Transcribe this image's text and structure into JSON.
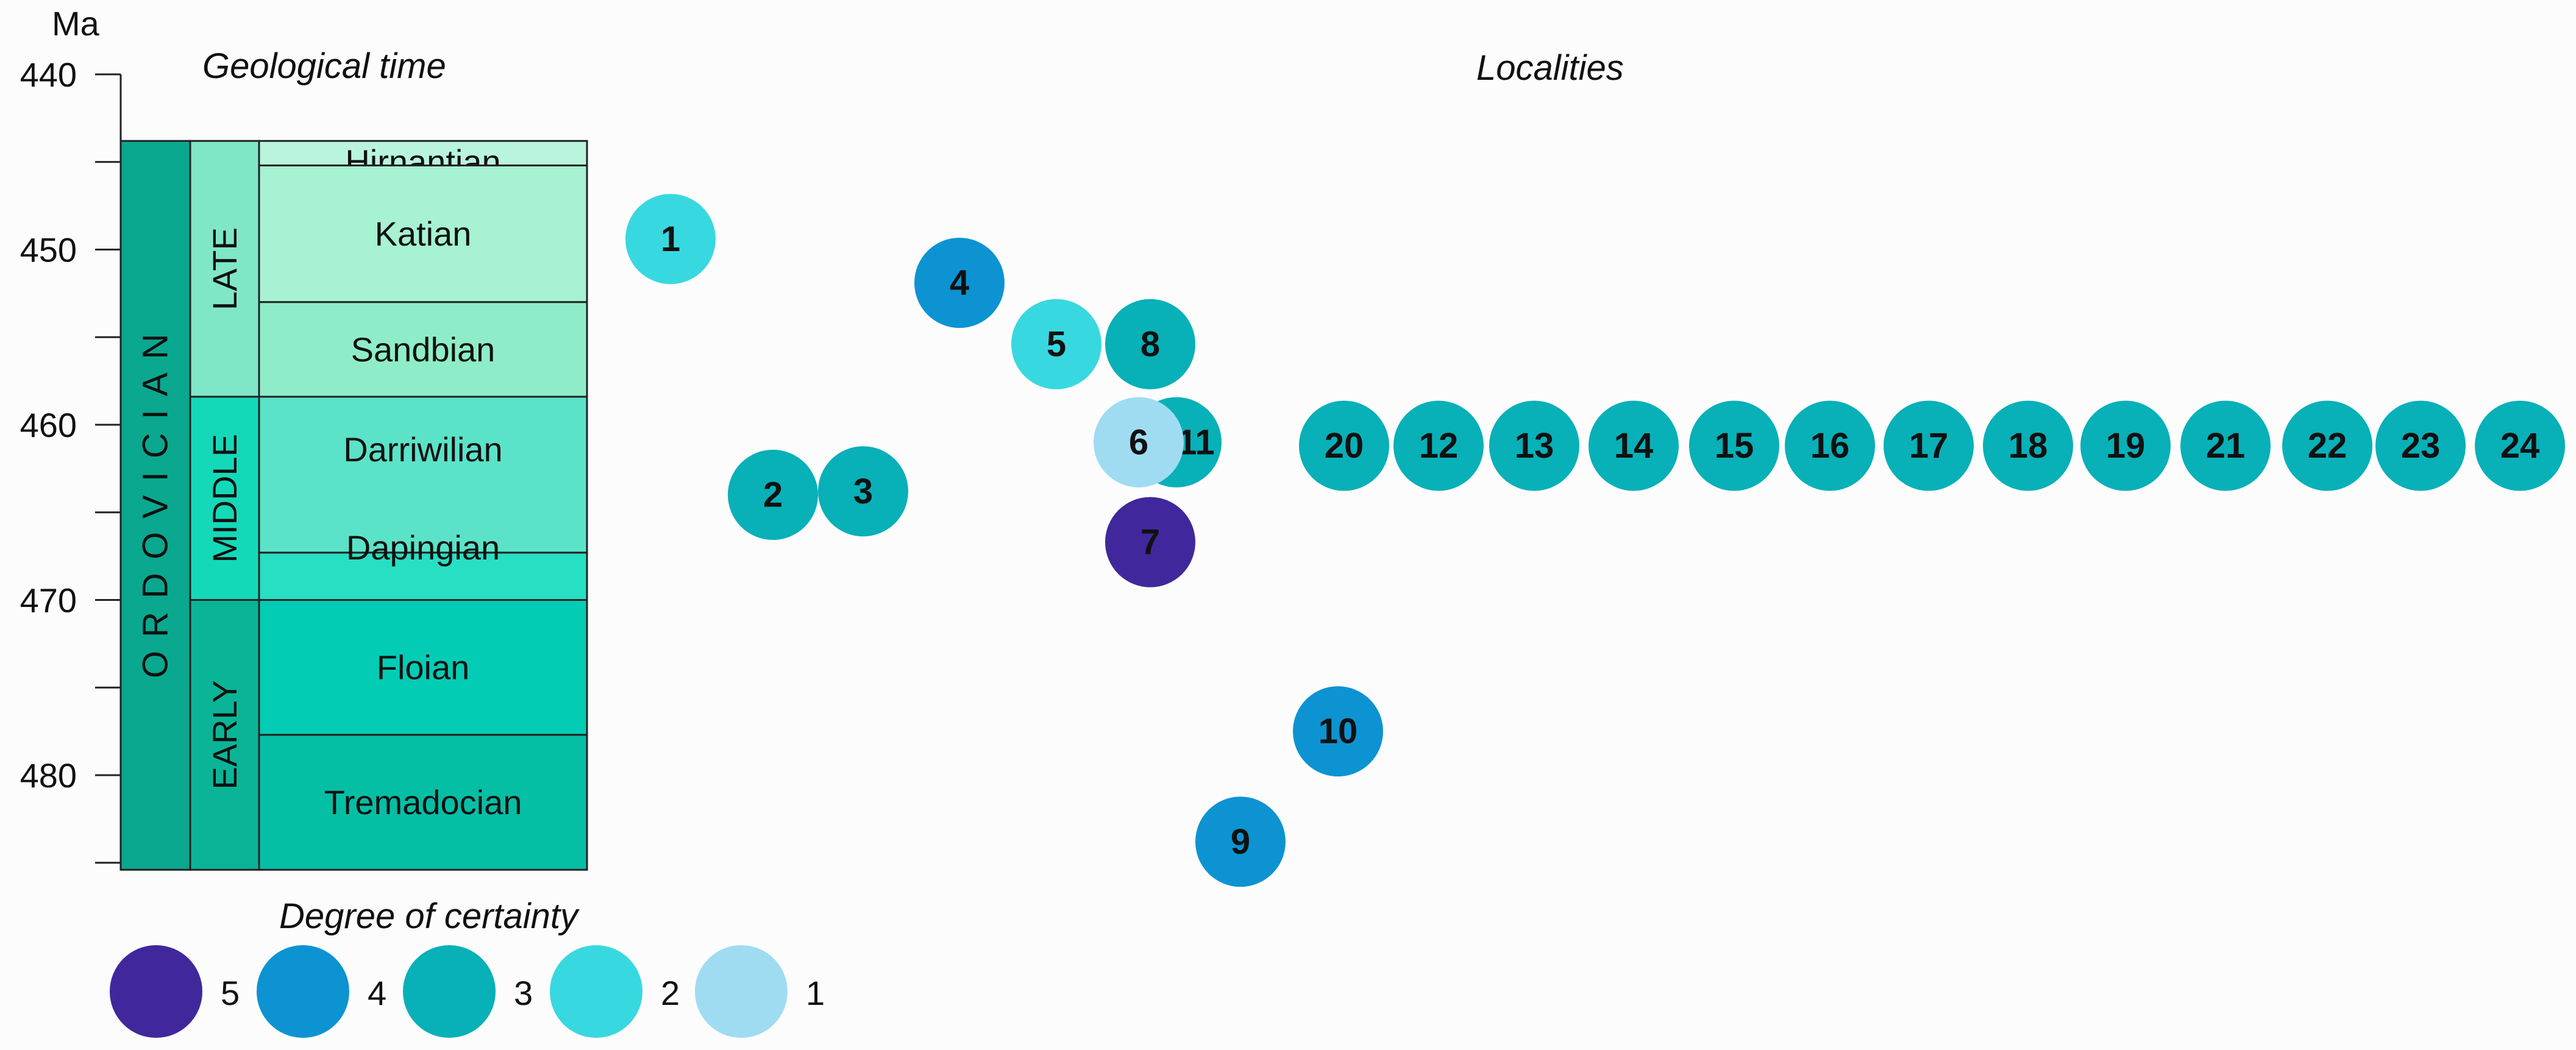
{
  "axis": {
    "unit_label": "Ma",
    "ticks": [
      440,
      450,
      460,
      470,
      480
    ],
    "min": 440,
    "max": 485
  },
  "headers": {
    "geological_time": "Geological time",
    "localities": "Localities",
    "degree_of_certainty": "Degree of certainty"
  },
  "timescale": {
    "period": {
      "name": "ORDOVICIAN",
      "start_ma": 443.8,
      "end_ma": 485.4,
      "color": "#0aa88f"
    },
    "epochs": [
      {
        "name": "LATE",
        "start_ma": 443.8,
        "end_ma": 458.4,
        "color": "#7fe7c8"
      },
      {
        "name": "MIDDLE",
        "start_ma": 458.4,
        "end_ma": 470.0,
        "color": "#14d9b8"
      },
      {
        "name": "EARLY",
        "start_ma": 470.0,
        "end_ma": 485.4,
        "color": "#0ab597"
      }
    ],
    "stages": [
      {
        "name": "Hirnantian",
        "start_ma": 443.8,
        "end_ma": 445.2,
        "color": "#b8f5dc"
      },
      {
        "name": "Katian",
        "start_ma": 445.2,
        "end_ma": 453.0,
        "color": "#a6f2d2"
      },
      {
        "name": "Sandbian",
        "start_ma": 453.0,
        "end_ma": 458.4,
        "color": "#8eedc8"
      },
      {
        "name": "Darriwilian",
        "start_ma": 458.4,
        "end_ma": 467.3,
        "color": "#5ae3c8",
        "label_ma": 461.4
      },
      {
        "name": "Dapingian",
        "start_ma": 467.3,
        "end_ma": 470.0,
        "color": "#27dfc2",
        "label_ma": 467.0
      },
      {
        "name": "Floian",
        "start_ma": 470.0,
        "end_ma": 477.7,
        "color": "#03ccb5"
      },
      {
        "name": "Tremadocian",
        "start_ma": 477.7,
        "end_ma": 485.4,
        "color": "#05bfa5"
      }
    ]
  },
  "certainty_colors": {
    "5": "#40289c",
    "4": "#0d93d2",
    "3": "#08b0b8",
    "2": "#38d8e0",
    "1": "#9fdcf2"
  },
  "localities": [
    {
      "label": "1",
      "age_ma": 449.4,
      "certainty": 2
    },
    {
      "label": "4",
      "age_ma": 451.9,
      "certainty": 4
    },
    {
      "label": "5",
      "age_ma": 455.4,
      "certainty": 2
    },
    {
      "label": "8",
      "age_ma": 455.4,
      "certainty": 3
    },
    {
      "label": "2",
      "age_ma": 464.0,
      "certainty": 3
    },
    {
      "label": "3",
      "age_ma": 463.8,
      "certainty": 3
    },
    {
      "label": "11",
      "age_ma": 461.0,
      "certainty": 3
    },
    {
      "label": "6",
      "age_ma": 461.0,
      "certainty": 1
    },
    {
      "label": "7",
      "age_ma": 466.7,
      "certainty": 5
    },
    {
      "label": "20",
      "age_ma": 461.2,
      "certainty": 3
    },
    {
      "label": "12",
      "age_ma": 461.2,
      "certainty": 3
    },
    {
      "label": "13",
      "age_ma": 461.2,
      "certainty": 3
    },
    {
      "label": "14",
      "age_ma": 461.2,
      "certainty": 3
    },
    {
      "label": "15",
      "age_ma": 461.2,
      "certainty": 3
    },
    {
      "label": "16",
      "age_ma": 461.2,
      "certainty": 3
    },
    {
      "label": "17",
      "age_ma": 461.2,
      "certainty": 3
    },
    {
      "label": "18",
      "age_ma": 461.2,
      "certainty": 3
    },
    {
      "label": "19",
      "age_ma": 461.2,
      "certainty": 3
    },
    {
      "label": "21",
      "age_ma": 461.2,
      "certainty": 3
    },
    {
      "label": "22",
      "age_ma": 461.2,
      "certainty": 3
    },
    {
      "label": "23",
      "age_ma": 461.2,
      "certainty": 3
    },
    {
      "label": "24",
      "age_ma": 461.2,
      "certainty": 3
    },
    {
      "label": "10",
      "age_ma": 477.5,
      "certainty": 4
    },
    {
      "label": "9",
      "age_ma": 483.8,
      "certainty": 4
    }
  ],
  "legend": [
    {
      "value": "5",
      "certainty": 5
    },
    {
      "value": "4",
      "certainty": 4
    },
    {
      "value": "3",
      "certainty": 3
    },
    {
      "value": "2",
      "certainty": 2
    },
    {
      "value": "1",
      "certainty": 1
    }
  ]
}
